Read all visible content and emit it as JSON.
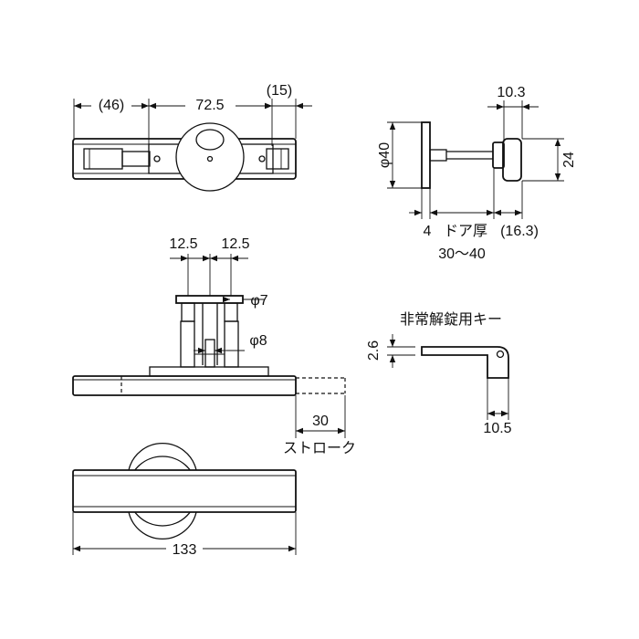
{
  "dimensions": {
    "top_left_gap": "(46)",
    "top_center": "72.5",
    "top_right_gap": "(15)",
    "side_diameter": "φ40",
    "side_knob_width": "10.3",
    "side_height": "24",
    "side_plate": "4",
    "side_door_thickness": "ドア厚",
    "side_door_range": "30〜40",
    "side_knob_depth": "(16.3)",
    "mid_left": "12.5",
    "mid_right": "12.5",
    "mid_phi7": "φ7",
    "mid_phi8": "φ8",
    "stroke_value": "30",
    "stroke_label": "ストローク",
    "bottom_length": "133",
    "key_label": "非常解錠用キー",
    "key_thickness": "2.6",
    "key_width": "10.5"
  }
}
